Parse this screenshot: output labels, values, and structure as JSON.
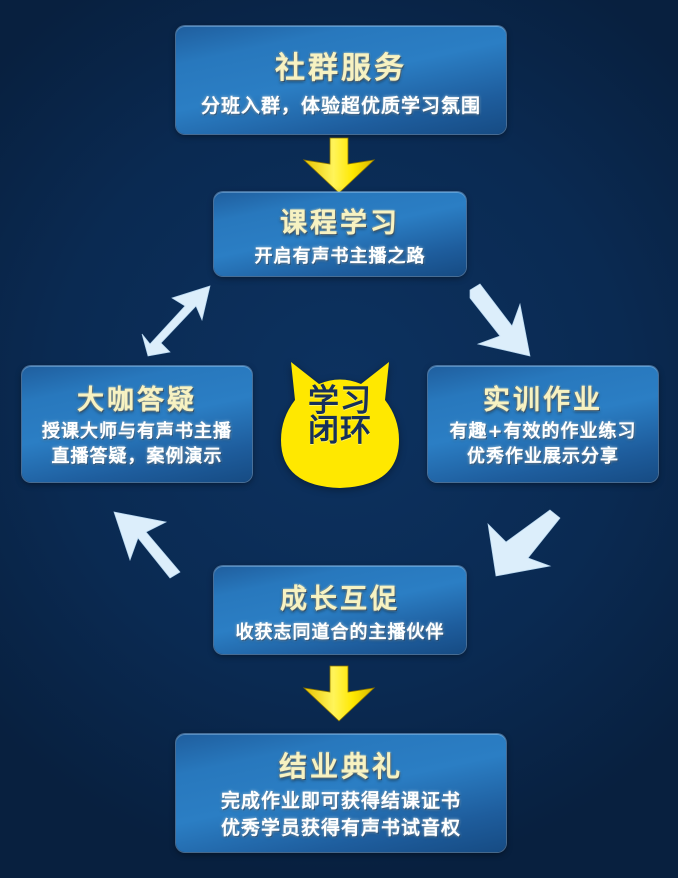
{
  "theme": {
    "background": "#0a2a52",
    "card_blue": "#2878bd",
    "title_cream": "#f7f2c2",
    "subtitle_white": "#ffffff",
    "accent_yellow": "#ffe800",
    "arrow_light_blue": "#d6eaf8",
    "cat_text_navy": "#17305a"
  },
  "center_badge": {
    "icon": "cat-head-icon",
    "line1": "学习",
    "line2": "闭环"
  },
  "cards": {
    "community": {
      "title": "社群服务",
      "subtitle_lines": [
        "分班入群，体验超优质学习氛围"
      ]
    },
    "course": {
      "title": "课程学习",
      "subtitle_lines": [
        "开启有声书主播之路"
      ]
    },
    "qa": {
      "title": "大咖答疑",
      "subtitle_lines": [
        "授课大师与有声书主播",
        "直播答疑，案例演示"
      ]
    },
    "practice": {
      "title": "实训作业",
      "subtitle_lines": [
        "有趣+有效的作业练习",
        "优秀作业展示分享"
      ]
    },
    "growth": {
      "title": "成长互促",
      "subtitle_lines": [
        "收获志同道合的主播伙伴"
      ]
    },
    "graduation": {
      "title": "结业典礼",
      "subtitle_lines": [
        "完成作业即可获得结课证书",
        "优秀学员获得有声书试音权"
      ]
    }
  },
  "arrows": [
    {
      "name": "arrow-down-community-to-course",
      "icon": "arrow-down-icon",
      "color": "#ffe800"
    },
    {
      "name": "arrow-upleft-qa-to-course",
      "icon": "arrow-up-right-icon",
      "color": "#d6eaf8"
    },
    {
      "name": "arrow-downright-course-to-practice",
      "icon": "arrow-down-right-icon",
      "color": "#d6eaf8"
    },
    {
      "name": "arrow-upleft-growth-to-qa",
      "icon": "arrow-up-left-icon",
      "color": "#d6eaf8"
    },
    {
      "name": "arrow-downleft-practice-to-growth",
      "icon": "arrow-down-left-icon",
      "color": "#d6eaf8"
    },
    {
      "name": "arrow-down-growth-to-graduation",
      "icon": "arrow-down-icon",
      "color": "#ffe800"
    }
  ]
}
